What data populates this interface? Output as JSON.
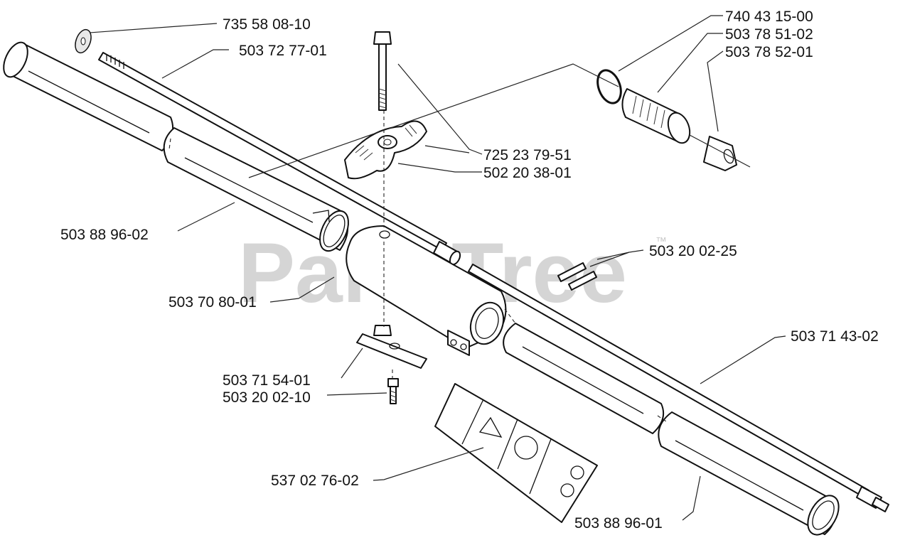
{
  "watermark": {
    "text": "PartsTree",
    "trademark": "™"
  },
  "parts": [
    {
      "id": "washer",
      "number": "735 58 08-10"
    },
    {
      "id": "drive-shaft",
      "number": "503 72 77-01"
    },
    {
      "id": "o-ring",
      "number": "740 43 15-00"
    },
    {
      "id": "bearing-sleeve",
      "number": "503 78 51-02"
    },
    {
      "id": "bushing",
      "number": "503 78 52-01"
    },
    {
      "id": "bolt",
      "number": "725 23 79-51"
    },
    {
      "id": "knob",
      "number": "502 20 38-01"
    },
    {
      "id": "upper-tube",
      "number": "503 88 96-02"
    },
    {
      "id": "screws-pair",
      "number": "503 20 02-25"
    },
    {
      "id": "coupling",
      "number": "503 70 80-01"
    },
    {
      "id": "lower-shaft",
      "number": "503 71 43-02"
    },
    {
      "id": "clamp-plate",
      "number": "503 71 54-01"
    },
    {
      "id": "screw",
      "number": "503 20 02-10"
    },
    {
      "id": "decal",
      "number": "537 02 76-02"
    },
    {
      "id": "lower-tube",
      "number": "503 88 96-01"
    }
  ]
}
